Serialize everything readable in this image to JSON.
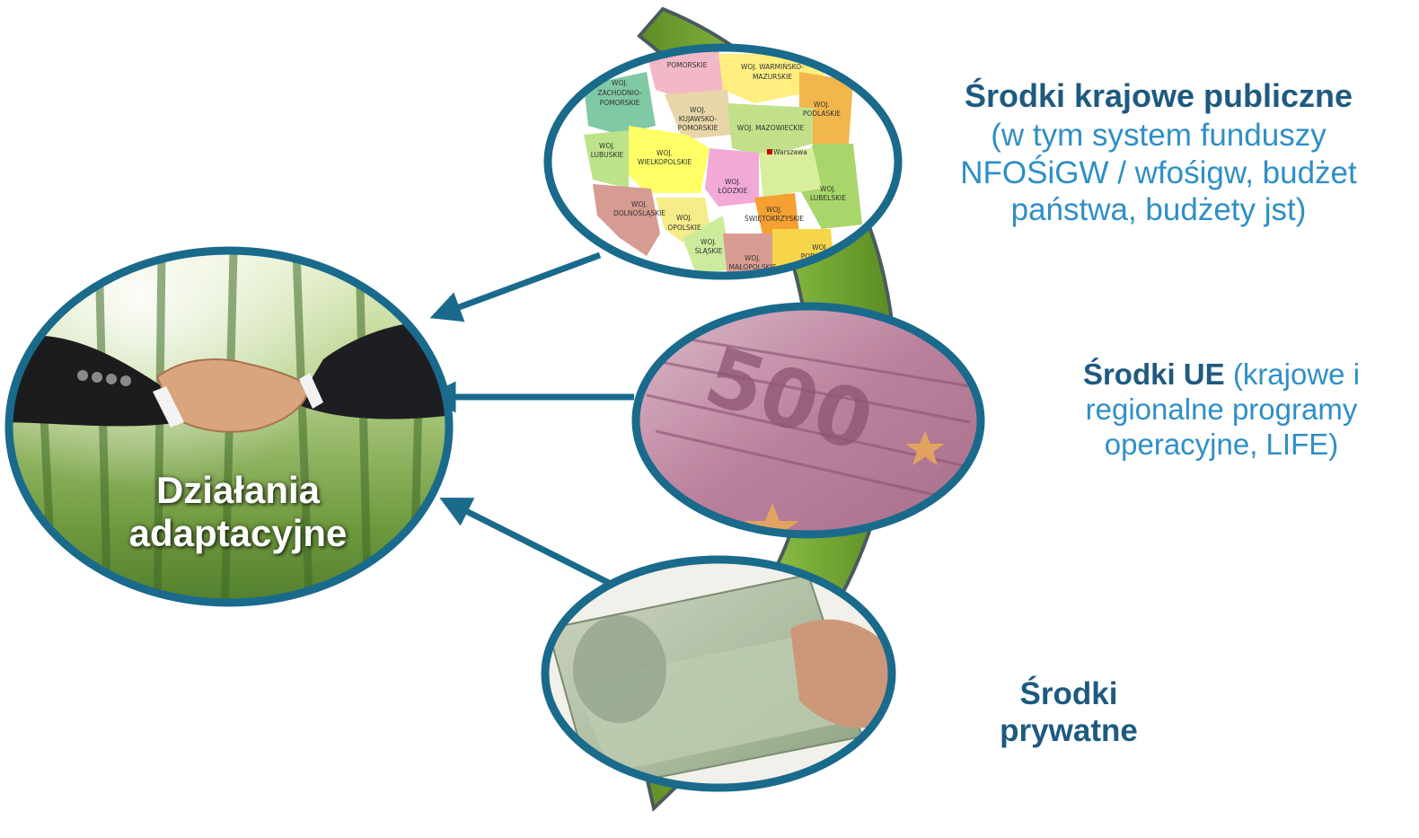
{
  "center": {
    "label_line1": "Działania",
    "label_line2": "adaptacyjne"
  },
  "sources": [
    {
      "id": "krajowe",
      "title": "Środki krajowe publiczne",
      "subtitle_line1": "(w tym system funduszy",
      "subtitle_line2": "NFOŚiGW / wfośigw, budżet",
      "subtitle_line3": "państwa, budżety  jst)",
      "image": "poland-voivodeship-map"
    },
    {
      "id": "ue",
      "title": "Środki UE",
      "subtitle_part1": " (krajowe i",
      "subtitle_line2": "regionalne programy",
      "subtitle_line3": "operacyjne, LIFE)",
      "image": "euro-banknotes"
    },
    {
      "id": "prywatne",
      "title_line1": "Środki",
      "title_line2": "prywatne",
      "image": "pln-banknotes-in-hand"
    }
  ],
  "map_labels": [
    "POMORSKIE",
    "WOJ. WARMIŃSKO-",
    "MAZURSKIE",
    "WOJ.",
    "ZACHODNIO-",
    "POMORSKIE",
    "WOJ.",
    "KUJAWSKO-",
    "POMORSKIE",
    "WOJ. MAZOWIECKIE",
    "WOJ.",
    "PODLASKIE",
    "WOJ.",
    "LUBUSKIE",
    "WOJ.",
    "WIELKOPOLSKIE",
    "Warszawa",
    "WOJ.",
    "ŁÓDZKIE",
    "WOJ.",
    "LUBELSKIE",
    "WOJ.",
    "DOLNOŚLĄSKIE",
    "WOJ.",
    "OPOLSKIE",
    "WOJ.",
    "ŚWIĘTOKRZYSKIE",
    "WOJ.",
    "ŚLĄSKIE",
    "WOJ.",
    "MAŁOPOLSKIE",
    "WOJ",
    "PODKARPA"
  ],
  "colors": {
    "ring": "#1a6a8c",
    "arrow": "#1a6a8c",
    "green_band": "#6f9e2f",
    "label_dark": "#1e5a80",
    "label_light": "#2f8fc6"
  }
}
